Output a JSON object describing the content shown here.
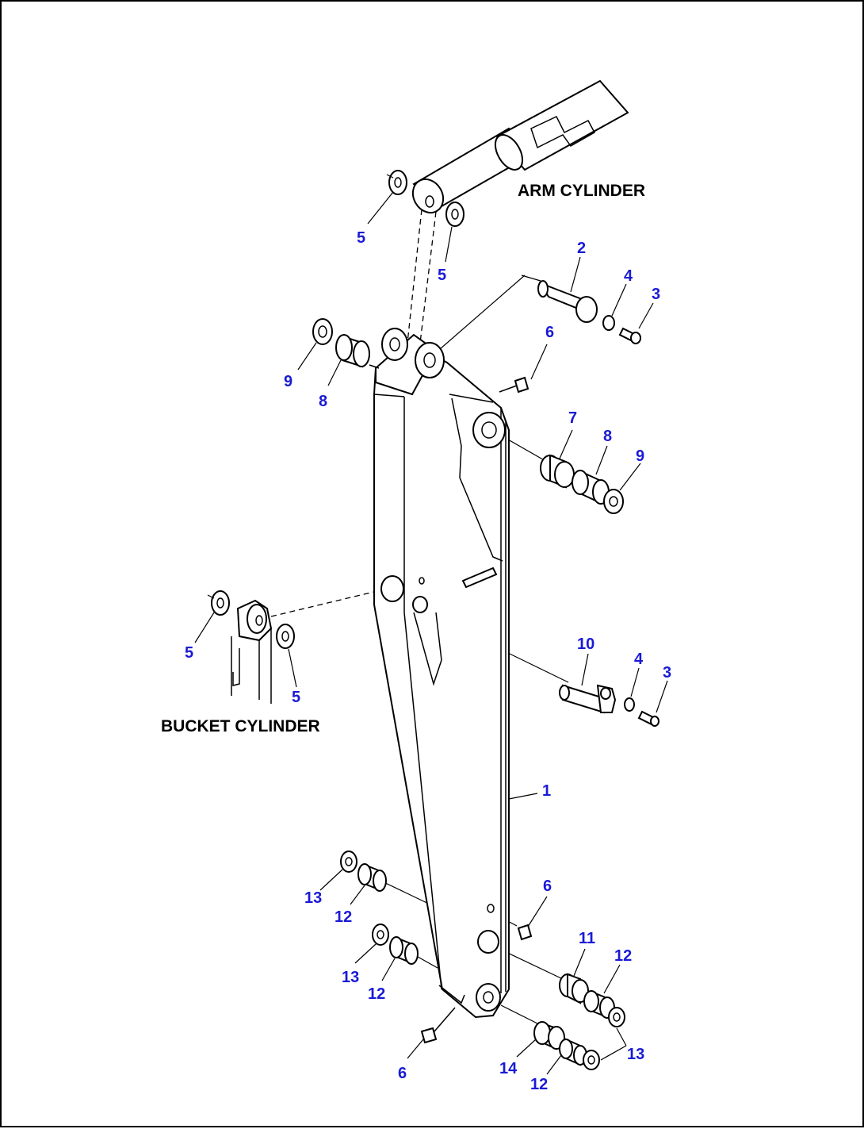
{
  "labels": {
    "arm_cylinder": "ARM CYLINDER",
    "bucket_cylinder": "BUCKET CYLINDER"
  },
  "callouts": [
    "5",
    "5",
    "2",
    "4",
    "3",
    "6",
    "9",
    "8",
    "7",
    "8",
    "9",
    "10",
    "4",
    "3",
    "5",
    "5",
    "1",
    "13",
    "12",
    "6",
    "11",
    "12",
    "13",
    "12",
    "6",
    "14",
    "12",
    "13"
  ],
  "colors": {
    "callout": "#1a1ad6",
    "line": "#000000"
  }
}
